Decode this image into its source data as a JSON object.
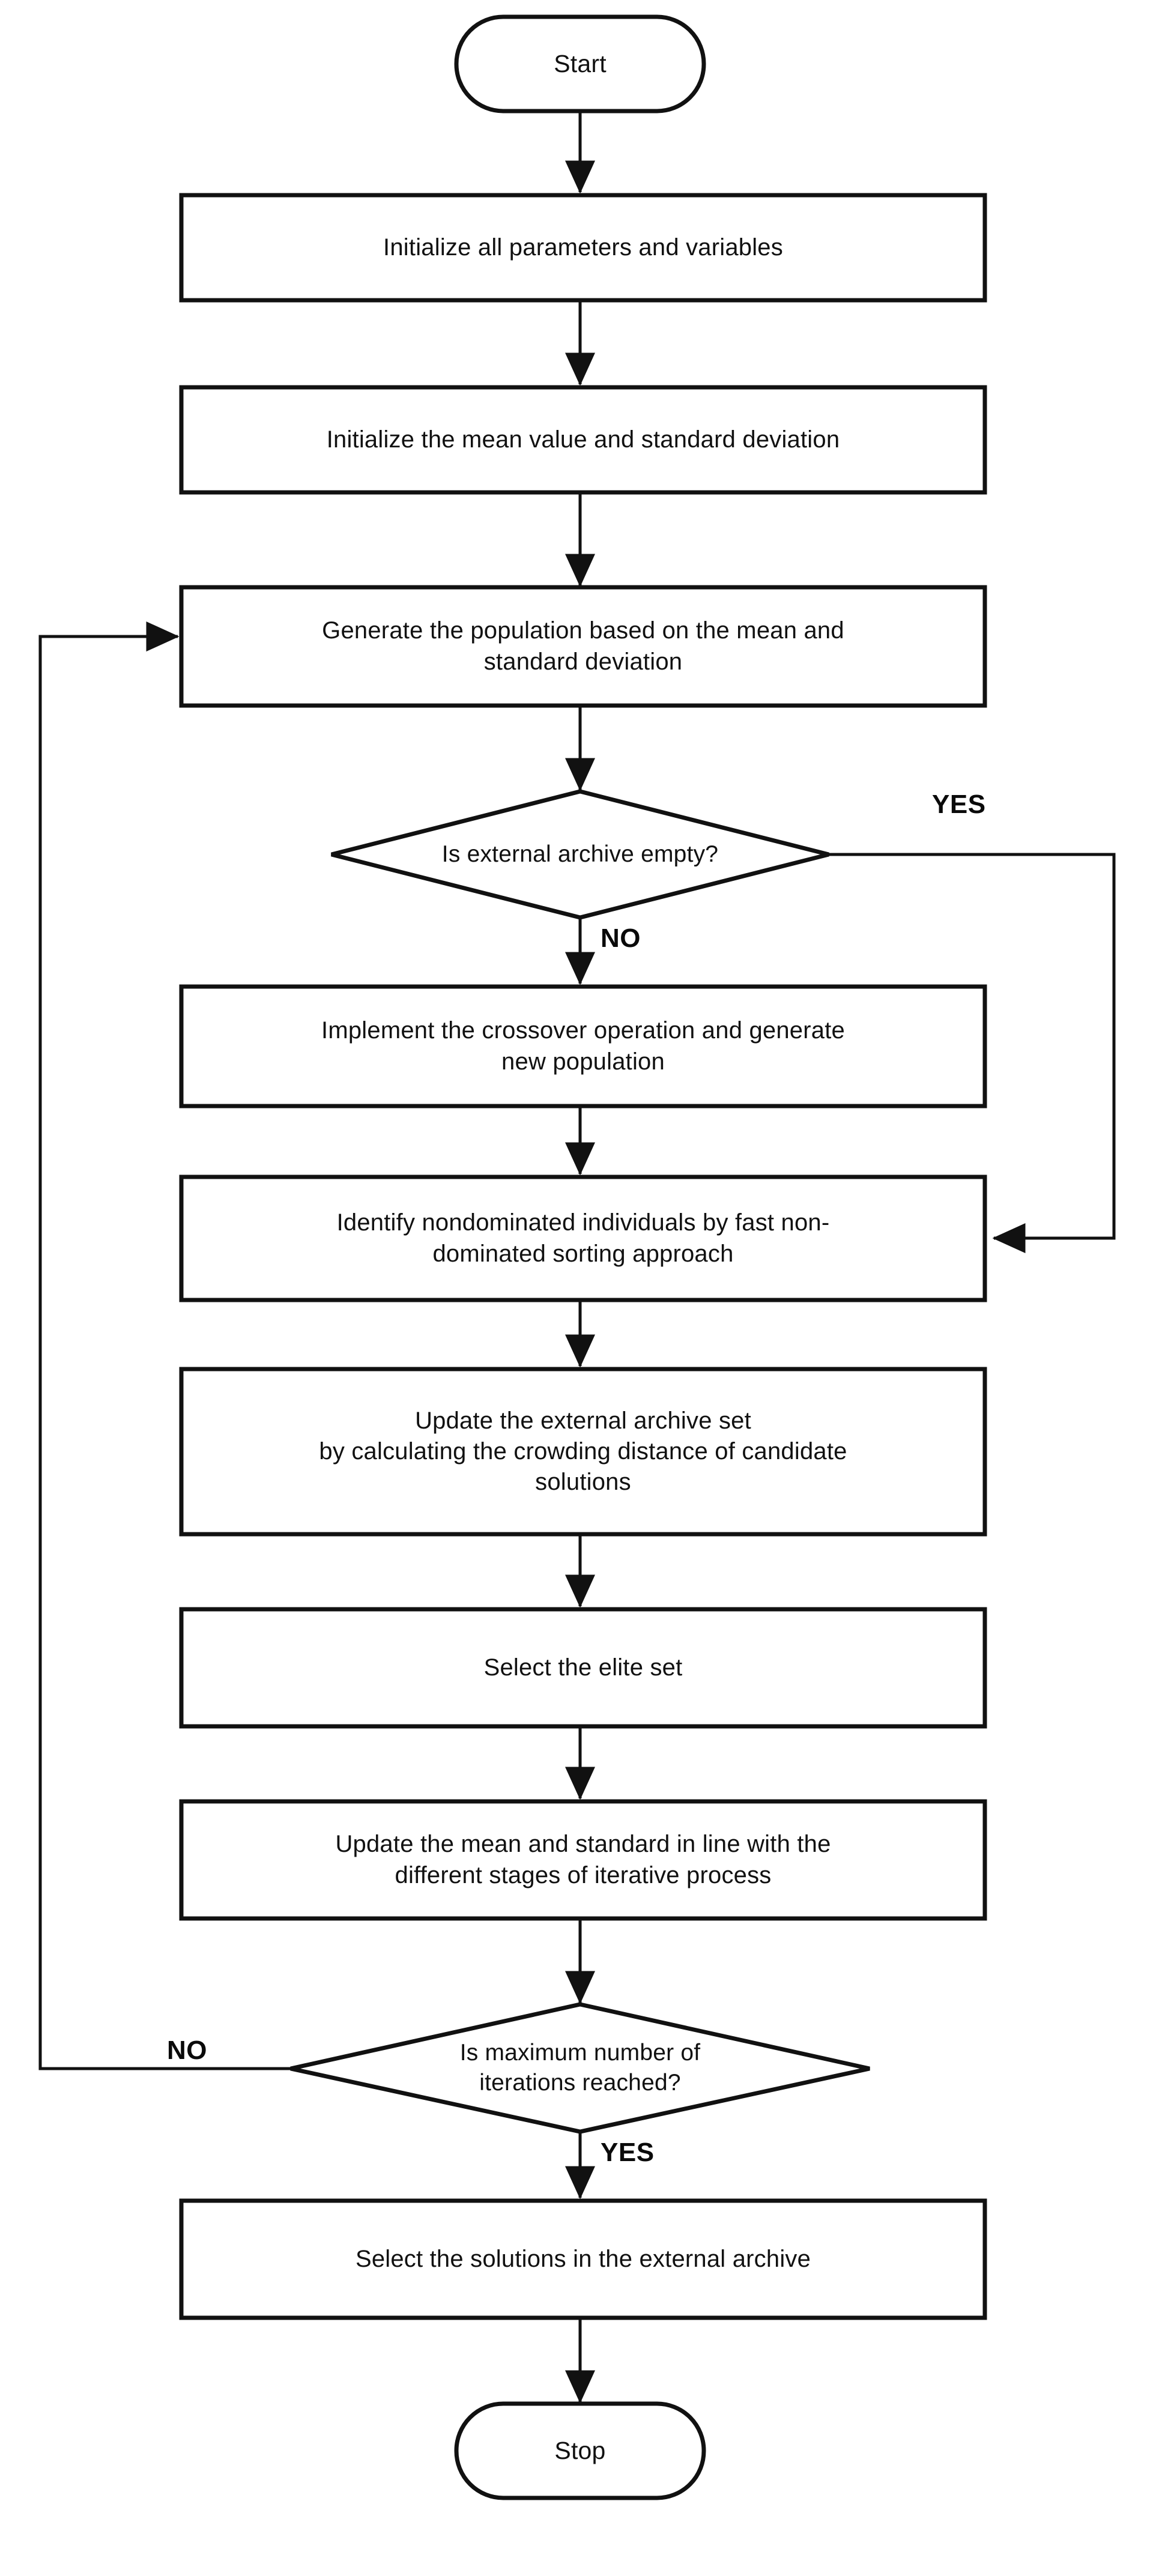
{
  "diagram": {
    "type": "flowchart",
    "title": "Multi-objective evolutionary algorithm flowchart",
    "orientation": "top-to-bottom",
    "colors": {
      "stroke": "#111111",
      "fill": "#ffffff",
      "text": "#111111"
    },
    "nodes": [
      {
        "id": "start",
        "shape": "terminator",
        "label": "Start"
      },
      {
        "id": "init-params",
        "shape": "process",
        "label": "Initialize all parameters and variables"
      },
      {
        "id": "init-mean-std",
        "shape": "process",
        "label": "Initialize the mean value and standard deviation"
      },
      {
        "id": "generate-population",
        "shape": "process",
        "label": "Generate the population based on the mean and\nstandard deviation"
      },
      {
        "id": "archive-empty",
        "shape": "decision",
        "label": "Is external archive empty?"
      },
      {
        "id": "crossover",
        "shape": "process",
        "label": "Implement the crossover operation and generate\nnew population"
      },
      {
        "id": "identify-nondominated",
        "shape": "process",
        "label": "Identify nondominated individuals by fast non-\ndominated sorting approach"
      },
      {
        "id": "update-archive",
        "shape": "process",
        "label": "Update the external archive set\nby calculating the crowding distance of candidate\nsolutions"
      },
      {
        "id": "select-elite",
        "shape": "process",
        "label": "Select the elite set"
      },
      {
        "id": "update-mean-std",
        "shape": "process",
        "label": "Update the mean and standard in line with the\ndifferent stages of iterative process"
      },
      {
        "id": "max-iterations",
        "shape": "decision",
        "label": "Is maximum number of\niterations reached?"
      },
      {
        "id": "select-solutions",
        "shape": "process",
        "label": "Select the solutions in the external archive"
      },
      {
        "id": "stop",
        "shape": "terminator",
        "label": "Stop"
      }
    ],
    "edge_labels": {
      "archive_empty_yes": "YES",
      "archive_empty_no": "NO",
      "max_iterations_no": "NO",
      "max_iterations_yes": "YES"
    },
    "edges": [
      {
        "from": "start",
        "to": "init-params",
        "label": ""
      },
      {
        "from": "init-params",
        "to": "init-mean-std",
        "label": ""
      },
      {
        "from": "init-mean-std",
        "to": "generate-population",
        "label": ""
      },
      {
        "from": "generate-population",
        "to": "archive-empty",
        "label": ""
      },
      {
        "from": "archive-empty",
        "to": "identify-nondominated",
        "label": "YES"
      },
      {
        "from": "archive-empty",
        "to": "crossover",
        "label": "NO"
      },
      {
        "from": "crossover",
        "to": "identify-nondominated",
        "label": ""
      },
      {
        "from": "identify-nondominated",
        "to": "update-archive",
        "label": ""
      },
      {
        "from": "update-archive",
        "to": "select-elite",
        "label": ""
      },
      {
        "from": "select-elite",
        "to": "update-mean-std",
        "label": ""
      },
      {
        "from": "update-mean-std",
        "to": "max-iterations",
        "label": ""
      },
      {
        "from": "max-iterations",
        "to": "generate-population",
        "label": "NO"
      },
      {
        "from": "max-iterations",
        "to": "select-solutions",
        "label": "YES"
      },
      {
        "from": "select-solutions",
        "to": "stop",
        "label": ""
      }
    ]
  }
}
